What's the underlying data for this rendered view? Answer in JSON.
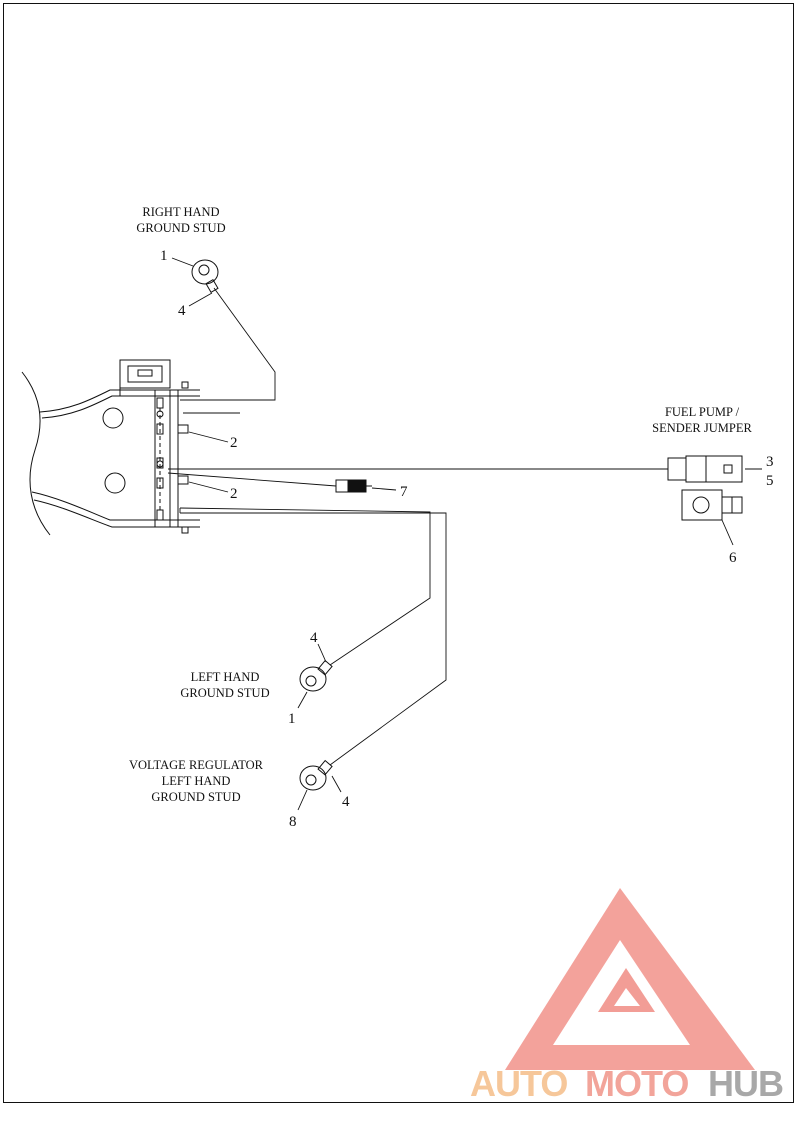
{
  "labels": {
    "right_hand_ground_stud": [
      "RIGHT HAND",
      "GROUND STUD"
    ],
    "fuel_pump_sender_jumper": [
      "FUEL PUMP /",
      "SENDER JUMPER"
    ],
    "left_hand_ground_stud": [
      "LEFT HAND",
      "GROUND STUD"
    ],
    "voltage_regulator_ground_stud": [
      "VOLTAGE REGULATOR",
      "LEFT HAND",
      "GROUND STUD"
    ]
  },
  "callouts": {
    "rh_ring": "1",
    "rh_sleeve": "4",
    "clip_upper": "2",
    "clip_lower": "2",
    "connector_upper": "3",
    "connector_lower": "5",
    "terminal_lock": "6",
    "inline_connector": "7",
    "lh_sleeve": "4",
    "lh_ring": "1",
    "vr_ring": "8",
    "vr_sleeve": "4"
  },
  "watermark": {
    "auto": "AUTO",
    "moto": "MOTO",
    "hub": "HUB",
    "colors": {
      "auto": "#f6c79a",
      "moto": "#f2a49a",
      "hub": "#a8a8a8",
      "logo": "#f29d96"
    }
  }
}
